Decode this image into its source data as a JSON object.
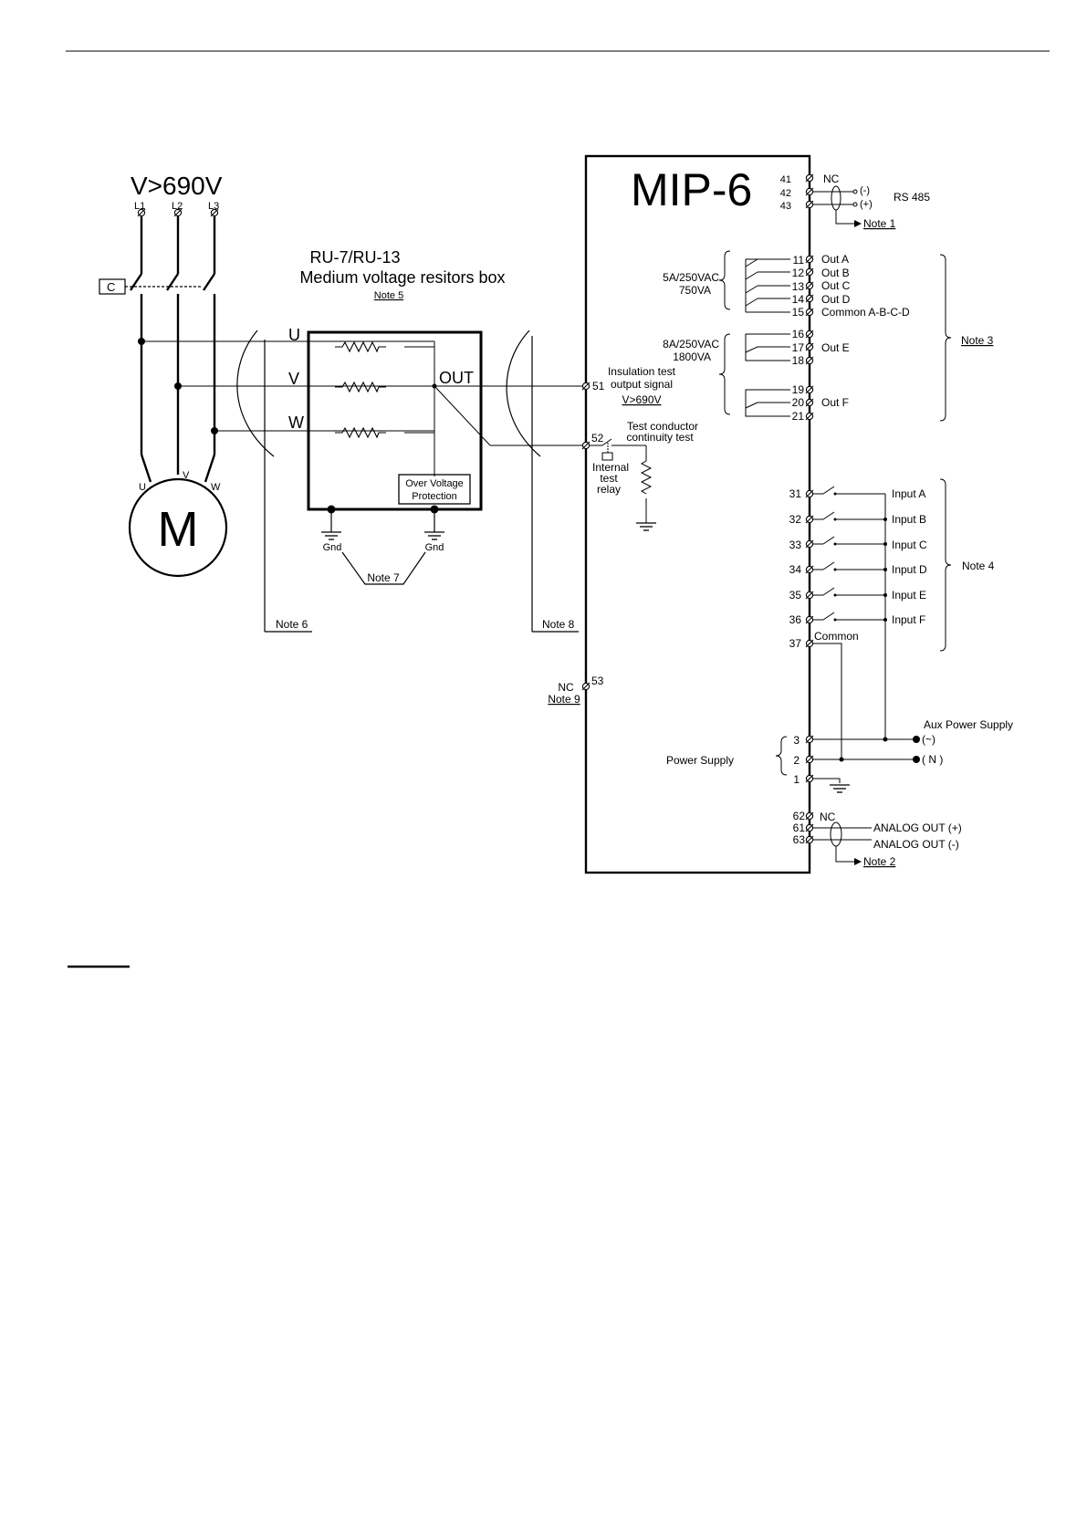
{
  "voltage_title": "V>690V",
  "phases": {
    "l1": "L1",
    "l2": "L2",
    "l3": "L3"
  },
  "contactor": "C",
  "motor": {
    "label": "M",
    "u": "U",
    "v": "V",
    "w": "W"
  },
  "resistor_box": {
    "title": "RU-7/RU-13",
    "subtitle": "Medium voltage resitors box",
    "note": "Note 5",
    "u": "U",
    "v": "V",
    "w": "W",
    "out": "OUT",
    "ovp_line1": "Over Voltage",
    "ovp_line2": "Protection",
    "gnd1": "Gnd",
    "gnd2": "Gnd",
    "note7": "Note 7"
  },
  "note6": "Note 6",
  "note8": "Note 8",
  "mip": {
    "title": "MIP-6",
    "t41": "41",
    "t42": "42",
    "t43": "43",
    "nc_top": "NC",
    "rs_minus": "(-)",
    "rs_plus": "(+)",
    "rs485": "RS 485",
    "note1": "Note 1",
    "relay_rating1": "5A/250VAC",
    "relay_rating2": "750VA",
    "t11": "11",
    "t12": "12",
    "t13": "13",
    "t14": "14",
    "t15": "15",
    "outA": "Out A",
    "outB": "Out B",
    "outC": "Out C",
    "outD": "Out D",
    "commonABCD": "Common A-B-C-D",
    "relay2_rating1": "8A/250VAC",
    "relay2_rating2": "1800VA",
    "t16": "16",
    "t17": "17",
    "t18": "18",
    "outE": "Out E",
    "t19": "19",
    "t20": "20",
    "t21": "21",
    "outF": "Out F",
    "note3": "Note 3",
    "t51": "51",
    "ins_line1": "Insulation test",
    "ins_line2": "output signal",
    "ins_line3": "V>690V",
    "t52": "52",
    "tc_line1": "Test conductor",
    "tc_line2": "continuity test",
    "relay_l1": "Internal",
    "relay_l2": "test",
    "relay_l3": "relay",
    "t31": "31",
    "t32": "32",
    "t33": "33",
    "t34": "34",
    "t35": "35",
    "t36": "36",
    "t37": "37",
    "inA": "Input A",
    "inB": "Input B",
    "inC": "Input C",
    "inD": "Input D",
    "inE": "Input E",
    "inF": "Input F",
    "common": "Common",
    "note4": "Note 4",
    "nc53": "NC",
    "note9": "Note 9",
    "t53": "53",
    "aux": "Aux Power Supply",
    "aux_l": "(~)",
    "aux_n": "( N )",
    "t3": "3",
    "t2": "2",
    "t1": "1",
    "power_supply": "Power Supply",
    "t62": "62",
    "t61": "61",
    "t63": "63",
    "nc_bot": "NC",
    "ana_plus": "ANALOG OUT (+)",
    "ana_minus": "ANALOG OUT (-)",
    "note2": "Note 2"
  }
}
